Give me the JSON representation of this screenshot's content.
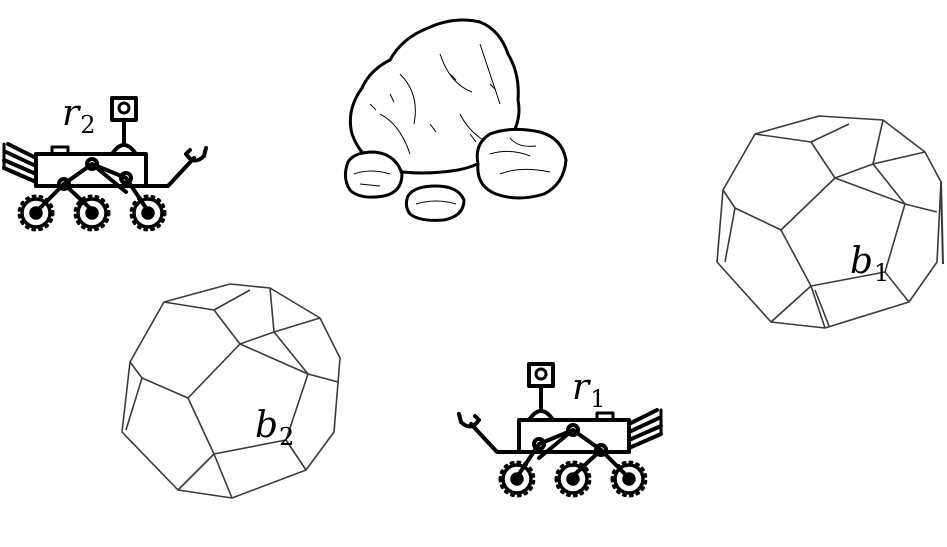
{
  "scene": {
    "rover_1": {
      "symbol": "r",
      "subscript": "1",
      "icon": "rover-icon"
    },
    "rover_2": {
      "symbol": "r",
      "subscript": "2",
      "icon": "rover-icon"
    },
    "block_1": {
      "symbol": "b",
      "subscript": "1",
      "icon": "dodecahedron-icon"
    },
    "block_2": {
      "symbol": "b",
      "subscript": "2",
      "icon": "dodecahedron-icon"
    },
    "rock": {
      "icon": "rock-pile-icon"
    }
  },
  "colors": {
    "ink": "#000000",
    "background": "#ffffff"
  }
}
